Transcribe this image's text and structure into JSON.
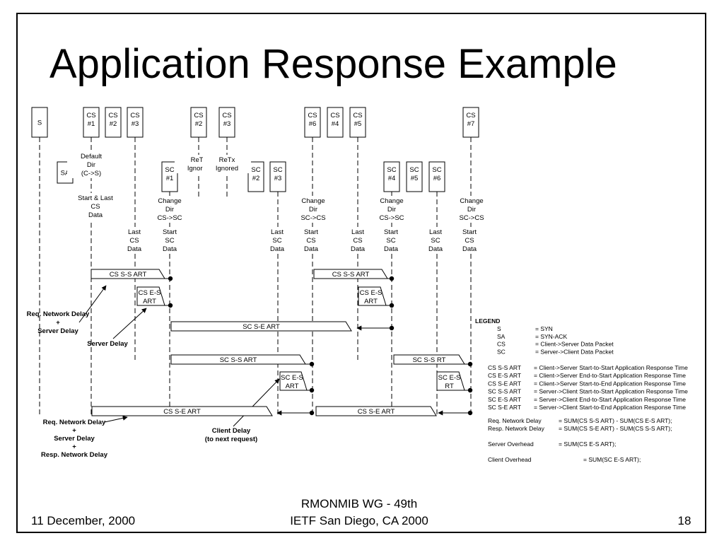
{
  "slide": {
    "title": "Application Response Example",
    "footer_date": "11 December, 2000",
    "footer_org_line1": "RMONMIB WG - 49th",
    "footer_org_line2": "IETF San Diego, CA 2000",
    "page_number": "18"
  },
  "diagram": {
    "packets": [
      {
        "id": "s",
        "lines": [
          "S"
        ]
      },
      {
        "id": "cs1",
        "lines": [
          "CS",
          "#1"
        ]
      },
      {
        "id": "cs2",
        "lines": [
          "CS",
          "#2"
        ]
      },
      {
        "id": "cs3",
        "lines": [
          "CS",
          "#3"
        ]
      },
      {
        "id": "cs2-retx",
        "lines": [
          "CS",
          "#2"
        ]
      },
      {
        "id": "cs3-retx",
        "lines": [
          "CS",
          "#3"
        ]
      },
      {
        "id": "cs6",
        "lines": [
          "CS",
          "#6"
        ]
      },
      {
        "id": "cs4",
        "lines": [
          "CS",
          "#4"
        ]
      },
      {
        "id": "cs5",
        "lines": [
          "CS",
          "#5"
        ]
      },
      {
        "id": "cs7",
        "lines": [
          "CS",
          "#7"
        ]
      },
      {
        "id": "sa",
        "lines": [
          "SA"
        ]
      },
      {
        "id": "sc1",
        "lines": [
          "SC",
          "#1"
        ]
      },
      {
        "id": "sc2",
        "lines": [
          "SC",
          "#2"
        ]
      },
      {
        "id": "sc3",
        "lines": [
          "SC",
          "#3"
        ]
      },
      {
        "id": "sc4",
        "lines": [
          "SC",
          "#4"
        ]
      },
      {
        "id": "sc5",
        "lines": [
          "SC",
          "#5"
        ]
      },
      {
        "id": "sc6",
        "lines": [
          "SC",
          "#6"
        ]
      }
    ],
    "annotations": [
      {
        "id": "default-dir",
        "lines": [
          "Default",
          "Dir",
          "(C->S)"
        ]
      },
      {
        "id": "retx-ignored-1",
        "lines": [
          "ReTx",
          "Ignored"
        ]
      },
      {
        "id": "retx-ignored-2",
        "lines": [
          "ReTx",
          "Ignored"
        ]
      },
      {
        "id": "start-last-cs",
        "lines": [
          "Start & Last",
          "CS",
          "Data"
        ]
      },
      {
        "id": "change-dir-1",
        "lines": [
          "Change",
          "Dir",
          "CS->SC"
        ]
      },
      {
        "id": "change-dir-2",
        "lines": [
          "Change",
          "Dir",
          "SC->CS"
        ]
      },
      {
        "id": "change-dir-3",
        "lines": [
          "Change",
          "Dir",
          "CS->SC"
        ]
      },
      {
        "id": "change-dir-4",
        "lines": [
          "Change",
          "Dir",
          "SC->CS"
        ]
      },
      {
        "id": "last-cs-1",
        "lines": [
          "Last",
          "CS",
          "Data"
        ]
      },
      {
        "id": "start-sc-1",
        "lines": [
          "Start",
          "SC",
          "Data"
        ]
      },
      {
        "id": "last-sc-1",
        "lines": [
          "Last",
          "SC",
          "Data"
        ]
      },
      {
        "id": "start-cs-1",
        "lines": [
          "Start",
          "CS",
          "Data"
        ]
      },
      {
        "id": "last-cs-2",
        "lines": [
          "Last",
          "CS",
          "Data"
        ]
      },
      {
        "id": "start-sc-2",
        "lines": [
          "Start",
          "SC",
          "Data"
        ]
      },
      {
        "id": "last-sc-2",
        "lines": [
          "Last",
          "SC",
          "Data"
        ]
      },
      {
        "id": "start-cs-2",
        "lines": [
          "Start",
          "CS",
          "Data"
        ]
      }
    ],
    "measurements": [
      {
        "id": "cs-ss-art-1",
        "lines": [
          "CS S-S  ART"
        ]
      },
      {
        "id": "cs-es-art-1",
        "lines": [
          "CS E-S",
          "ART"
        ]
      },
      {
        "id": "sc-se-art-1",
        "lines": [
          "SC S-E  ART"
        ]
      },
      {
        "id": "sc-ss-art-1",
        "lines": [
          "SC S-S  ART"
        ]
      },
      {
        "id": "sc-es-art-1",
        "lines": [
          "SC E-S",
          "ART"
        ]
      },
      {
        "id": "cs-se-art-1",
        "lines": [
          "CS S-E  ART"
        ]
      },
      {
        "id": "cs-ss-art-2",
        "lines": [
          "CS S-S  ART"
        ]
      },
      {
        "id": "cs-es-art-2",
        "lines": [
          "CS E-S",
          "ART"
        ]
      },
      {
        "id": "sc-ss-art-2",
        "lines": [
          "SC S-S  RT"
        ]
      },
      {
        "id": "sc-es-art-2",
        "lines": [
          "SC E-S",
          "RT"
        ]
      },
      {
        "id": "cs-se-art-2",
        "lines": [
          "CS S-E  ART"
        ]
      }
    ],
    "callouts": [
      {
        "id": "req-net-server-1",
        "lines": [
          "Req. Network Delay",
          "+",
          "Server Delay"
        ]
      },
      {
        "id": "server-delay",
        "lines": [
          "Server Delay"
        ]
      },
      {
        "id": "req-net-server-resp",
        "lines": [
          "Req. Network Delay",
          "+",
          "Server Delay",
          "+",
          "Resp. Network Delay"
        ]
      },
      {
        "id": "client-delay",
        "lines": [
          "Client Delay",
          "(to next request)"
        ]
      }
    ]
  },
  "legend": {
    "title": "LEGEND",
    "abbrev": [
      {
        "term": "S",
        "def": "= SYN"
      },
      {
        "term": "SA",
        "def": "= SYN-ACK"
      },
      {
        "term": "CS",
        "def": "= Client->Server Data Packet"
      },
      {
        "term": "SC",
        "def": "= Server->Client Data Packet"
      }
    ],
    "metrics": [
      {
        "term": "CS S-S  ART",
        "def": "= Client->Server Start-to-Start Application Response Time"
      },
      {
        "term": "CS E-S  ART",
        "def": "= Client->Server End-to-Start Application Response Time"
      },
      {
        "term": "CS S-E  ART",
        "def": "= Client->Server Start-to-End Application Response Time"
      },
      {
        "term": "SC S-S  ART",
        "def": "= Server->Client Start-to-Start Application Response Time"
      },
      {
        "term": "SC E-S  ART",
        "def": "= Server->Client End-to-Start Application Response Time"
      },
      {
        "term": "SC S-E  ART",
        "def": "= Server->Client Start-to-End Application Response Time"
      }
    ],
    "formulas": [
      {
        "term": "Req. Network Delay",
        "def": "= SUM(CS S-S ART) - SUM(CS E-S ART);"
      },
      {
        "term": "Resp. Network Delay",
        "def": "= SUM(CS S-E ART) - SUM(CS S-S ART);"
      },
      {
        "term": "Server Overhead",
        "def": "= SUM(CS E-S ART);"
      },
      {
        "term": "Client Overhead",
        "def": "= SUM(SC E-S ART);"
      }
    ]
  }
}
